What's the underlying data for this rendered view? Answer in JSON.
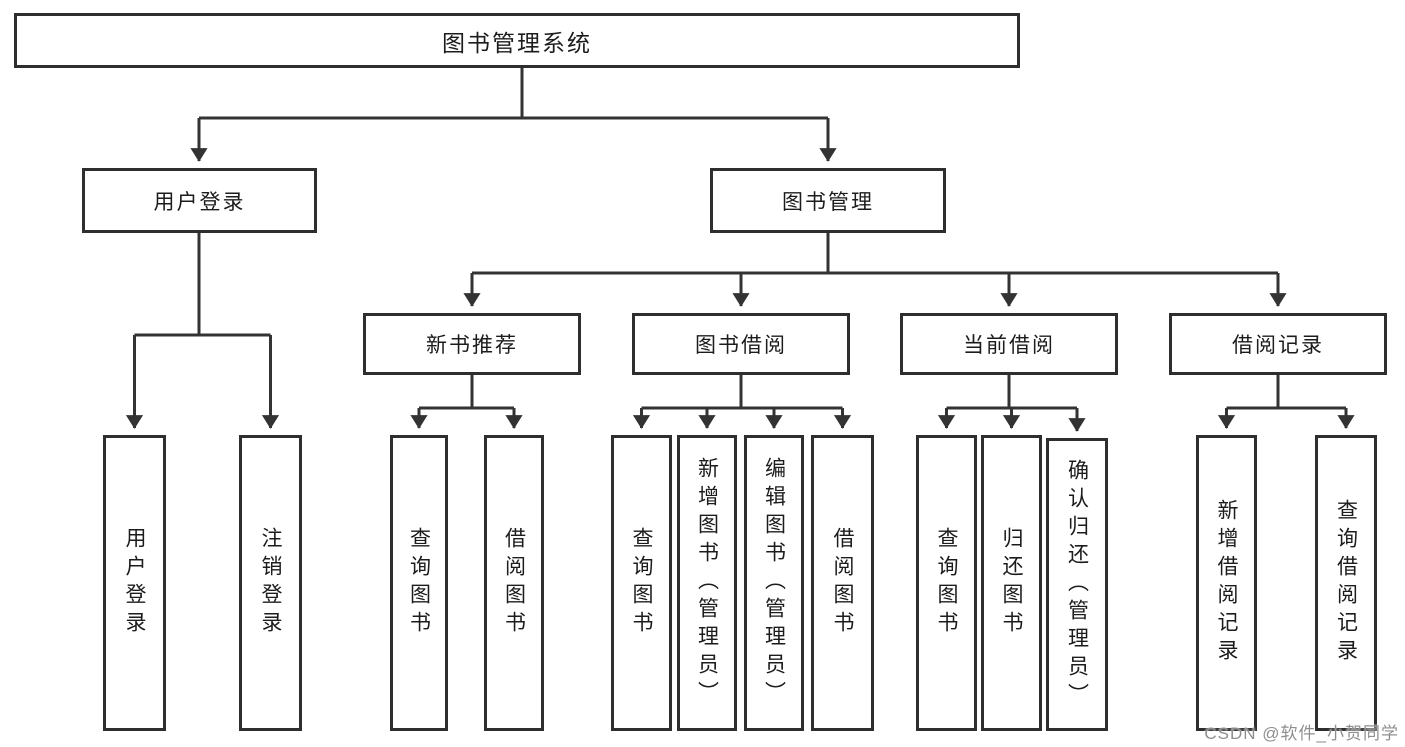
{
  "nodes": {
    "root": "图书管理系统",
    "level2": [
      "用户登录",
      "图书管理"
    ],
    "level3": [
      "新书推荐",
      "图书借阅",
      "当前借阅",
      "借阅记录"
    ],
    "leaves": [
      "用户登录",
      "注销登录",
      "查询图书",
      "借阅图书",
      "查询图书",
      "新增图书（管理员）",
      "编辑图书（管理员）",
      "借阅图书",
      "查询图书",
      "归还图书",
      "确认归还（管理员）",
      "新增借阅记录",
      "查询借阅记录"
    ]
  },
  "hierarchy": {
    "图书管理系统": {
      "用户登录": [
        "用户登录",
        "注销登录"
      ],
      "图书管理": {
        "新书推荐": [
          "查询图书",
          "借阅图书"
        ],
        "图书借阅": [
          "查询图书",
          "新增图书（管理员）",
          "编辑图书（管理员）",
          "借阅图书"
        ],
        "当前借阅": [
          "查询图书",
          "归还图书",
          "确认归还（管理员）"
        ],
        "借阅记录": [
          "新增借阅记录",
          "查询借阅记录"
        ]
      }
    }
  },
  "watermark": {
    "text": "CSDN @软件_小贺同学",
    "color": "#8f8f8f"
  },
  "colors": {
    "box_border": "#2e2e2e",
    "connector": "#333333",
    "text": "#1c1c1c",
    "background": "#ffffff"
  }
}
